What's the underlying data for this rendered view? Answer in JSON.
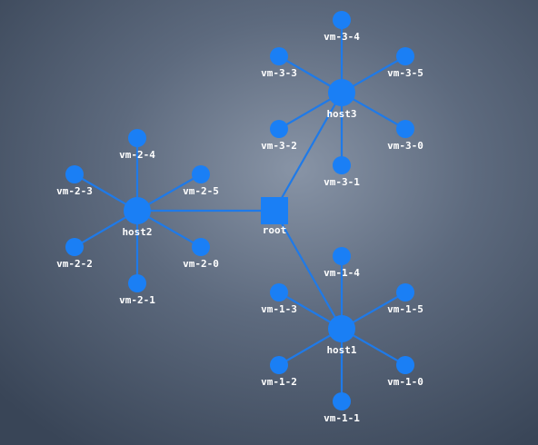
{
  "colors": {
    "node": "#1a7ff5",
    "edge": "#1f7ae8",
    "label": "#ffffff",
    "background": "#48566b"
  },
  "nodes": [
    {
      "id": "root",
      "label": "root",
      "shape": "square"
    },
    {
      "id": "host1",
      "label": "host1",
      "shape": "circle-large"
    },
    {
      "id": "host2",
      "label": "host2",
      "shape": "circle-large"
    },
    {
      "id": "host3",
      "label": "host3",
      "shape": "circle-large"
    },
    {
      "id": "vm-1-0",
      "label": "vm-1-0",
      "shape": "circle"
    },
    {
      "id": "vm-1-1",
      "label": "vm-1-1",
      "shape": "circle"
    },
    {
      "id": "vm-1-2",
      "label": "vm-1-2",
      "shape": "circle"
    },
    {
      "id": "vm-1-3",
      "label": "vm-1-3",
      "shape": "circle"
    },
    {
      "id": "vm-1-4",
      "label": "vm-1-4",
      "shape": "circle"
    },
    {
      "id": "vm-1-5",
      "label": "vm-1-5",
      "shape": "circle"
    },
    {
      "id": "vm-2-0",
      "label": "vm-2-0",
      "shape": "circle"
    },
    {
      "id": "vm-2-1",
      "label": "vm-2-1",
      "shape": "circle"
    },
    {
      "id": "vm-2-2",
      "label": "vm-2-2",
      "shape": "circle"
    },
    {
      "id": "vm-2-3",
      "label": "vm-2-3",
      "shape": "circle"
    },
    {
      "id": "vm-2-4",
      "label": "vm-2-4",
      "shape": "circle"
    },
    {
      "id": "vm-2-5",
      "label": "vm-2-5",
      "shape": "circle"
    },
    {
      "id": "vm-3-0",
      "label": "vm-3-0",
      "shape": "circle"
    },
    {
      "id": "vm-3-1",
      "label": "vm-3-1",
      "shape": "circle"
    },
    {
      "id": "vm-3-2",
      "label": "vm-3-2",
      "shape": "circle"
    },
    {
      "id": "vm-3-3",
      "label": "vm-3-3",
      "shape": "circle"
    },
    {
      "id": "vm-3-4",
      "label": "vm-3-4",
      "shape": "circle"
    },
    {
      "id": "vm-3-5",
      "label": "vm-3-5",
      "shape": "circle"
    }
  ],
  "edges": [
    [
      "root",
      "host1"
    ],
    [
      "root",
      "host2"
    ],
    [
      "root",
      "host3"
    ],
    [
      "host1",
      "vm-1-0"
    ],
    [
      "host1",
      "vm-1-1"
    ],
    [
      "host1",
      "vm-1-2"
    ],
    [
      "host1",
      "vm-1-3"
    ],
    [
      "host1",
      "vm-1-4"
    ],
    [
      "host1",
      "vm-1-5"
    ],
    [
      "host2",
      "vm-2-0"
    ],
    [
      "host2",
      "vm-2-1"
    ],
    [
      "host2",
      "vm-2-2"
    ],
    [
      "host2",
      "vm-2-3"
    ],
    [
      "host2",
      "vm-2-4"
    ],
    [
      "host2",
      "vm-2-5"
    ],
    [
      "host3",
      "vm-3-0"
    ],
    [
      "host3",
      "vm-3-1"
    ],
    [
      "host3",
      "vm-3-2"
    ],
    [
      "host3",
      "vm-3-3"
    ],
    [
      "host3",
      "vm-3-4"
    ],
    [
      "host3",
      "vm-3-5"
    ]
  ]
}
